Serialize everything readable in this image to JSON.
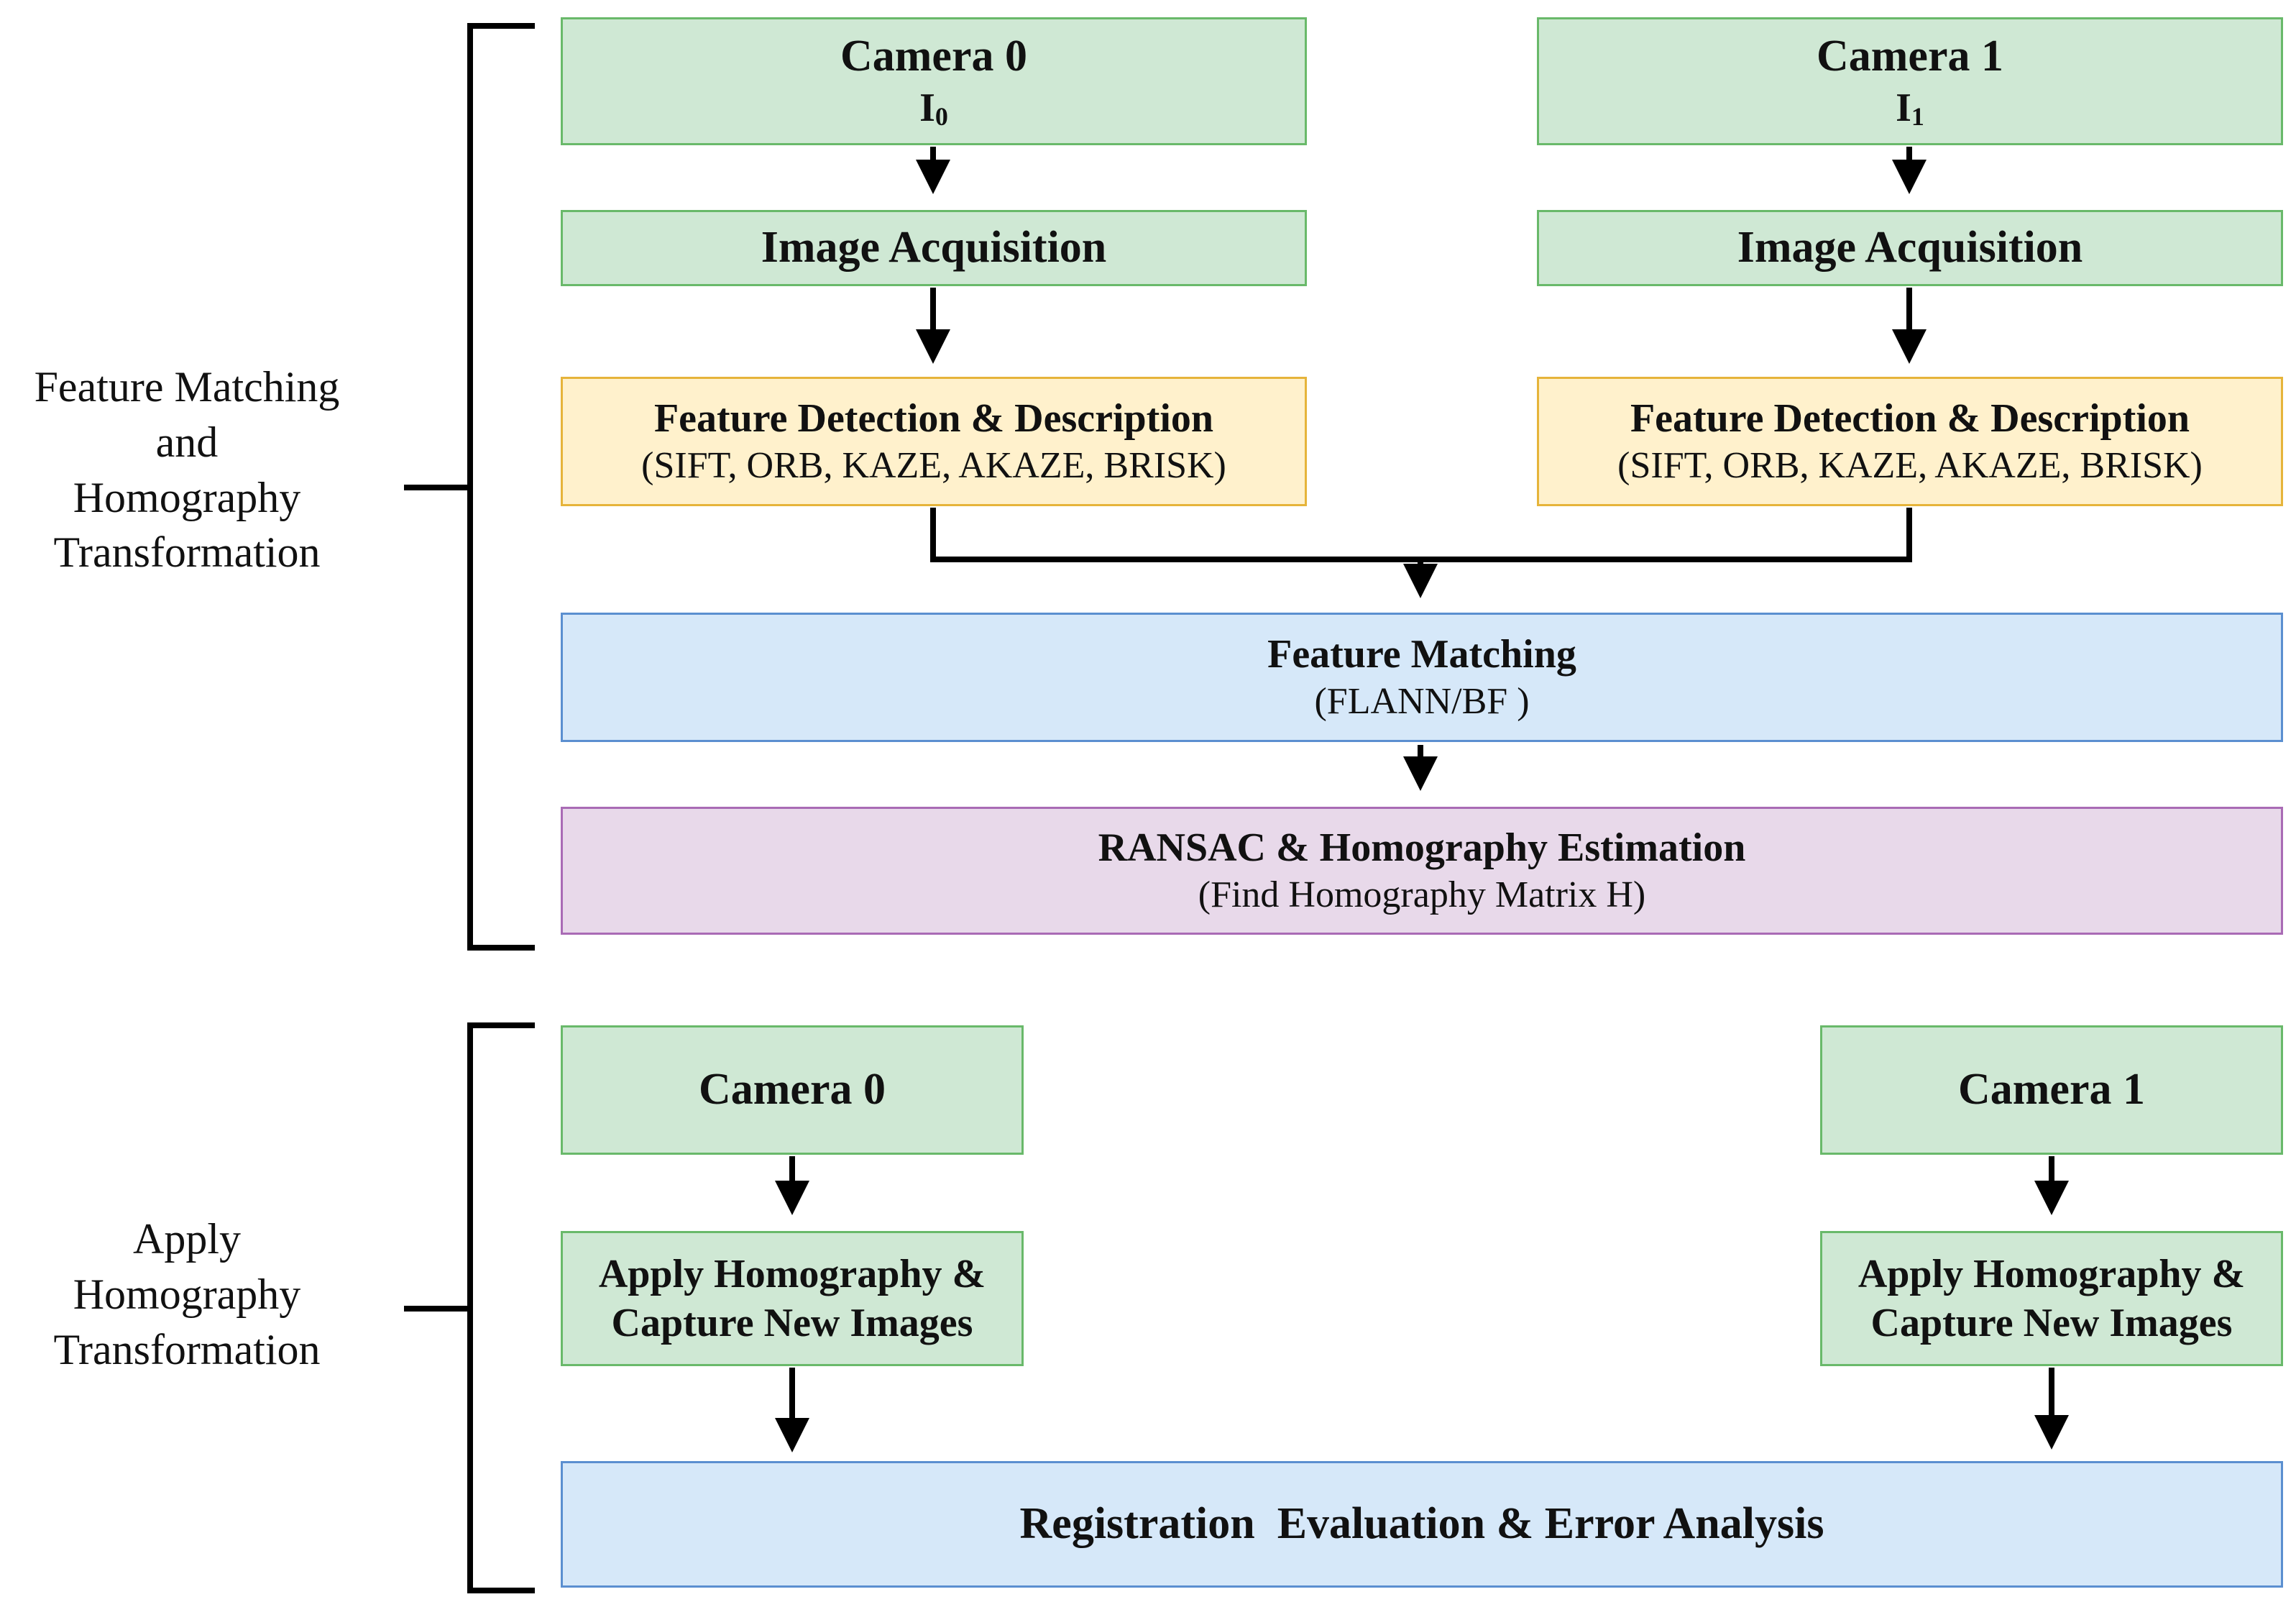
{
  "groups": {
    "top": {
      "label_lines": [
        "Feature Matching",
        "and",
        "Homography",
        "Transformation"
      ]
    },
    "bottom": {
      "label_lines": [
        "Apply",
        "Homography",
        "Transformation"
      ]
    }
  },
  "top": {
    "camera0": {
      "title": "Camera 0",
      "image_symbol": "I",
      "image_index": "0"
    },
    "camera1": {
      "title": "Camera 1",
      "image_symbol": "I",
      "image_index": "1"
    },
    "acq0": {
      "label": "Image Acquisition"
    },
    "acq1": {
      "label": "Image Acquisition"
    },
    "feat0": {
      "title": "Feature Detection & Description",
      "subtitle": "(SIFT, ORB, KAZE, AKAZE, BRISK)"
    },
    "feat1": {
      "title": "Feature Detection & Description",
      "subtitle": "(SIFT, ORB, KAZE, AKAZE, BRISK)"
    },
    "matching": {
      "title": "Feature Matching",
      "subtitle": "(FLANN/BF )"
    },
    "ransac": {
      "title": "RANSAC & Homography Estimation",
      "subtitle": "(Find Homography Matrix H)"
    }
  },
  "bottom": {
    "camera0": {
      "title": "Camera 0"
    },
    "camera1": {
      "title": "Camera 1"
    },
    "apply0": {
      "line1": "Apply Homography &",
      "line2": "Capture New Images"
    },
    "apply1": {
      "line1": "Apply Homography &",
      "line2": "Capture New Images"
    },
    "registration": {
      "label": "Registration  Evaluation & Error Analysis"
    }
  },
  "colors": {
    "camera_fill": "#cfe8d4",
    "feature_fill": "#fff1cc",
    "matching_fill": "#d6e8f9",
    "ransac_fill": "#e8d9ea",
    "connector": "#000000"
  }
}
